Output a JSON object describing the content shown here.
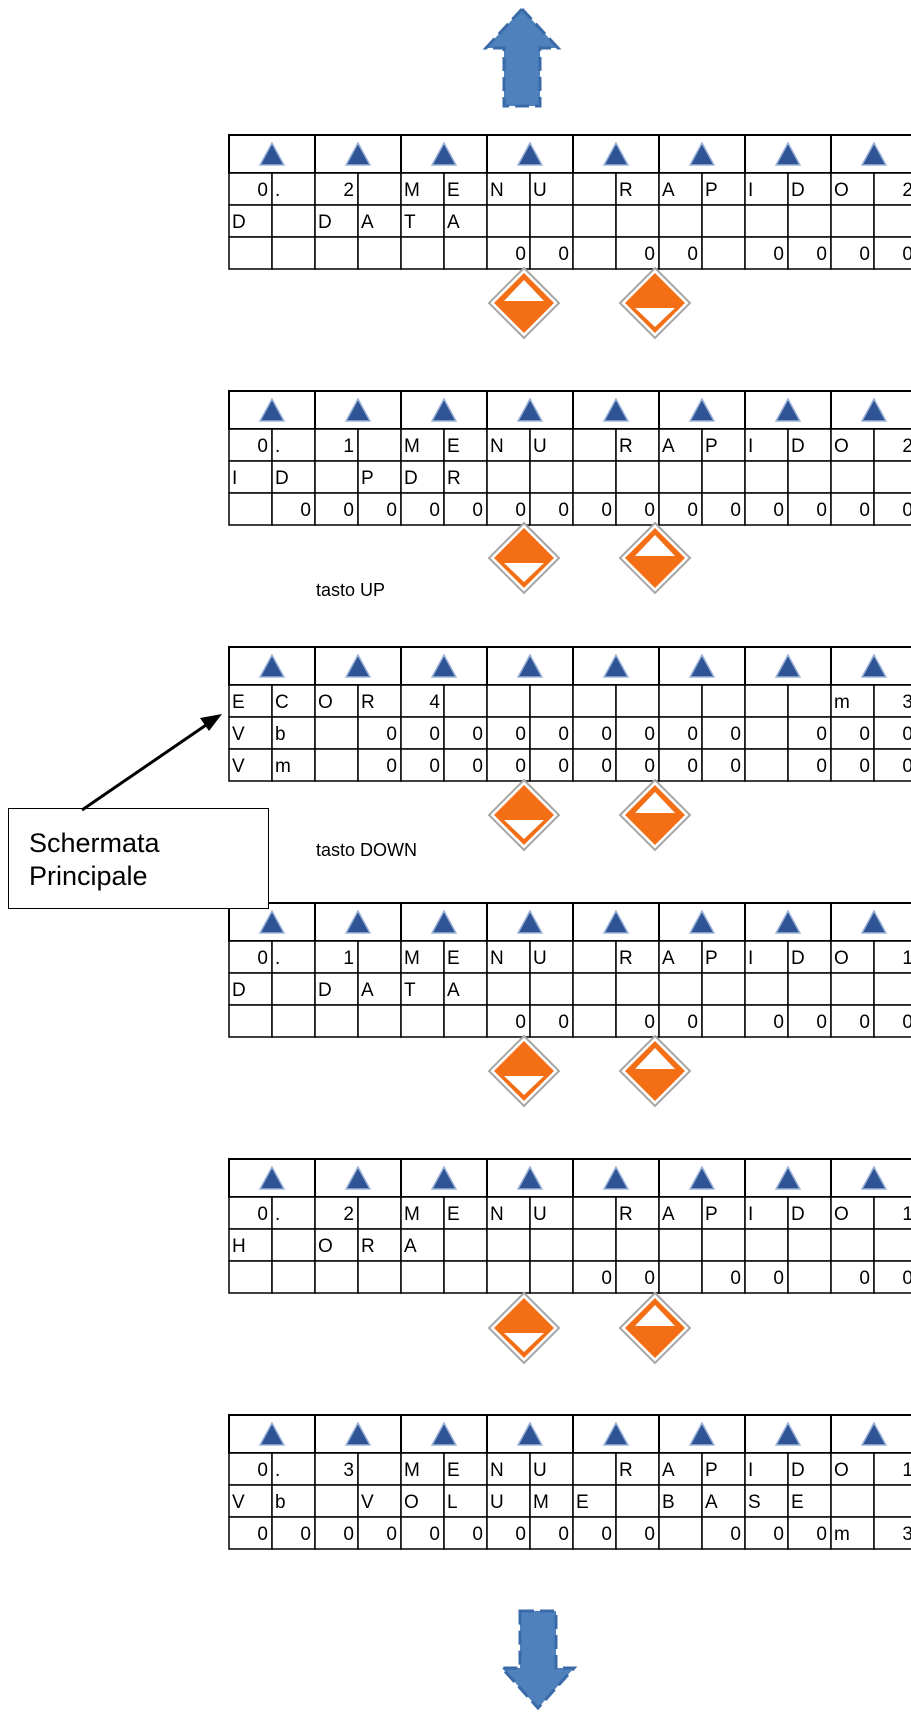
{
  "callout": {
    "line1": "Schermata",
    "line2": "Principale"
  },
  "labels": {
    "up": "tasto UP",
    "down": "tasto DOWN"
  },
  "colors": {
    "arrow_blue": "#4F81BD",
    "orange": "#F36E14",
    "grid": "#000000",
    "triangle": "#2F5496"
  },
  "screens": [
    {
      "id": "menu-rapido-2-data",
      "rows": [
        [
          "0",
          ".",
          "2",
          "",
          "M",
          "E",
          "N",
          "U",
          "",
          "R",
          "A",
          "P",
          "I",
          "D",
          "O",
          "2"
        ],
        [
          "D",
          "",
          "D",
          "A",
          "T",
          "A",
          "",
          "",
          "",
          "",
          "",
          "",
          "",
          "",
          "",
          ""
        ],
        [
          "",
          "",
          "",
          "",
          "",
          "",
          "0",
          "0/",
          "",
          "0",
          "0/",
          "",
          "0",
          "0",
          "0",
          "0"
        ]
      ]
    },
    {
      "id": "menu-rapido-1-idpdr",
      "rows": [
        [
          "0",
          ".",
          "1",
          "",
          "M",
          "E",
          "N",
          "U",
          "",
          "R",
          "A",
          "P",
          "I",
          "D",
          "O",
          "2"
        ],
        [
          "I",
          "D",
          "",
          "P",
          "D",
          "R",
          "",
          "",
          "",
          "",
          "",
          "",
          "",
          "",
          "",
          ""
        ],
        [
          "",
          "0",
          "0",
          "0",
          "0",
          "0",
          "0",
          "0",
          "0",
          "0",
          "0",
          "0",
          "0",
          "0",
          "0",
          "0"
        ]
      ]
    },
    {
      "id": "schermata-principale",
      "rows": [
        [
          "E",
          "C",
          "O",
          "R",
          "4",
          "",
          "",
          "",
          "",
          "",
          "",
          "",
          "",
          "",
          "m",
          "3"
        ],
        [
          "V",
          "b",
          "",
          "0",
          "0",
          "0",
          "0",
          "0",
          "0",
          "0",
          "0",
          "0,",
          "",
          "0",
          "0",
          "0"
        ],
        [
          "V",
          "m",
          "",
          "0",
          "0",
          "0",
          "0",
          "0",
          "0",
          "0",
          "0",
          "0,",
          "",
          "0",
          "0",
          "0"
        ]
      ]
    },
    {
      "id": "menu-rapido-1-data",
      "rows": [
        [
          "0",
          ".",
          "1",
          "",
          "M",
          "E",
          "N",
          "U",
          "",
          "R",
          "A",
          "P",
          "I",
          "D",
          "O",
          "1"
        ],
        [
          "D",
          "",
          "D",
          "A",
          "T",
          "A",
          "",
          "",
          "",
          "",
          "",
          "",
          "",
          "",
          "",
          ""
        ],
        [
          "",
          "",
          "",
          "",
          "",
          "",
          "0",
          "0/",
          "",
          "0",
          "0/",
          "",
          "0",
          "0",
          "0",
          "0"
        ]
      ]
    },
    {
      "id": "menu-rapido-2-ora",
      "rows": [
        [
          "0",
          ".",
          "2",
          "",
          "M",
          "E",
          "N",
          "U",
          "",
          "R",
          "A",
          "P",
          "I",
          "D",
          "O",
          "1"
        ],
        [
          "H",
          "",
          "O",
          "R",
          "A",
          "",
          "",
          "",
          "",
          "",
          "",
          "",
          "",
          "",
          "",
          ""
        ],
        [
          "",
          "",
          "",
          "",
          "",
          "",
          "",
          "",
          "0",
          "0:",
          "",
          "0",
          "0:",
          "",
          "0",
          "0"
        ]
      ]
    },
    {
      "id": "menu-rapido-3-volume",
      "rows": [
        [
          "0",
          ".",
          "3",
          "",
          "M",
          "E",
          "N",
          "U",
          "",
          "R",
          "A",
          "P",
          "I",
          "D",
          "O",
          "1"
        ],
        [
          "V",
          "b",
          "",
          "V",
          "O",
          "L",
          "U",
          "M",
          "E",
          "",
          "B",
          "A",
          "S",
          "E",
          "",
          ""
        ],
        [
          "0",
          "0",
          "0",
          "0",
          "0",
          "0",
          "0",
          "0",
          "0",
          "0,",
          "",
          "0",
          "0",
          "0",
          "m",
          "3"
        ]
      ]
    }
  ],
  "button_pairs": [
    {
      "left": "up",
      "right": "down"
    },
    {
      "left": "down",
      "right": "up"
    },
    {
      "left": "down",
      "right": "up"
    },
    {
      "left": "down",
      "right": "up"
    },
    {
      "left": "down",
      "right": "up"
    }
  ]
}
